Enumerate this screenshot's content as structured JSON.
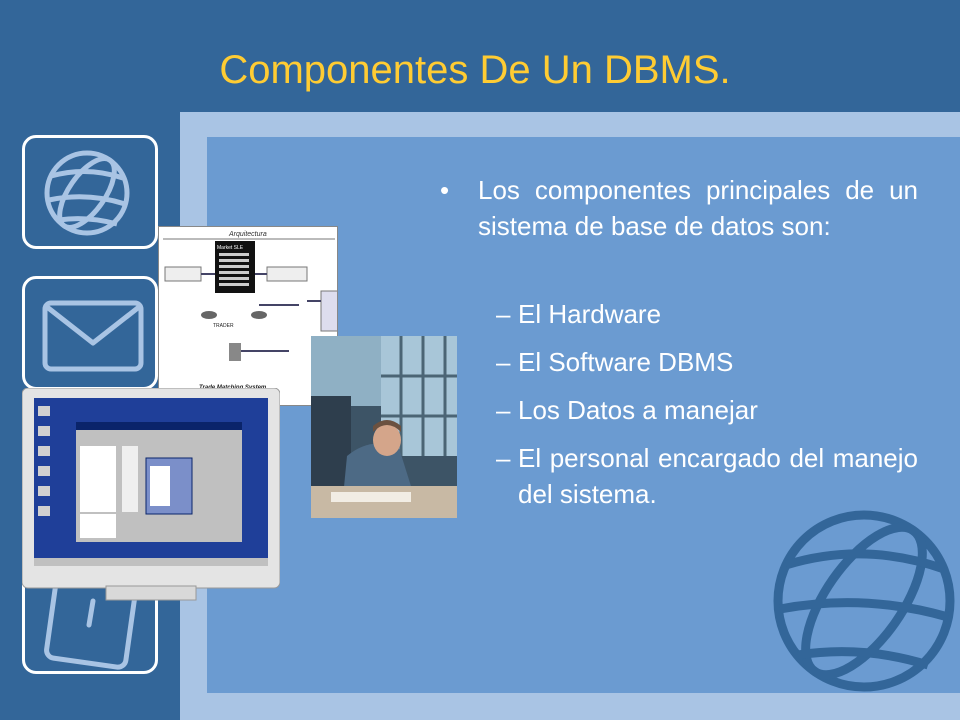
{
  "slide": {
    "title": "Componentes De Un DBMS.",
    "bullet": "Los componentes principales de un sistema de base de datos son:",
    "sub_items": [
      {
        "dash": "–",
        "text": "El Hardware"
      },
      {
        "dash": "–",
        "text": "El Software DBMS"
      },
      {
        "dash": "–",
        "text": "Los Datos a manejar"
      },
      {
        "dash": "–",
        "text": "El personal encargado del manejo del sistema."
      }
    ]
  },
  "icons": {
    "box1": "globe-icon",
    "box2": "envelope-icon",
    "box3": "clipboard-icon",
    "corner": "globe-icon"
  },
  "images": {
    "diagram_title": "Arquitectura",
    "diagram_header": "Market SLE",
    "diagram_bottom": "Trade Matching System"
  },
  "colors": {
    "background": "#336699",
    "title": "#ffcc33",
    "frame_outer": "#a9c4e4",
    "frame_inner": "#6b9bd1",
    "text": "#ffffff"
  }
}
